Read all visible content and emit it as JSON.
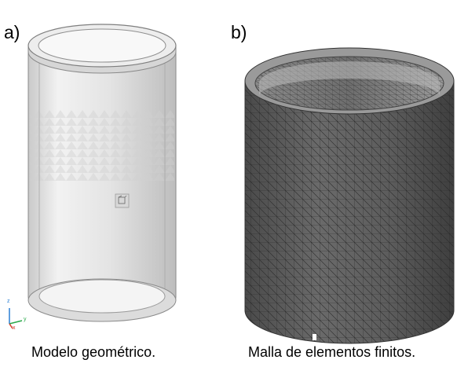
{
  "panels": [
    {
      "label": "a)",
      "caption": "Modelo geométrico.",
      "axis_labels": {
        "z": "z",
        "y": "y",
        "x": "x"
      }
    },
    {
      "label": "b)",
      "caption": "Malla de elementos finitos."
    }
  ],
  "colors": {
    "mesh_surface": "#5f5f5f",
    "mesh_lines": "#2a2a2a",
    "model_fill": "#e9e9e9",
    "model_outline": "#8a8a8a"
  }
}
